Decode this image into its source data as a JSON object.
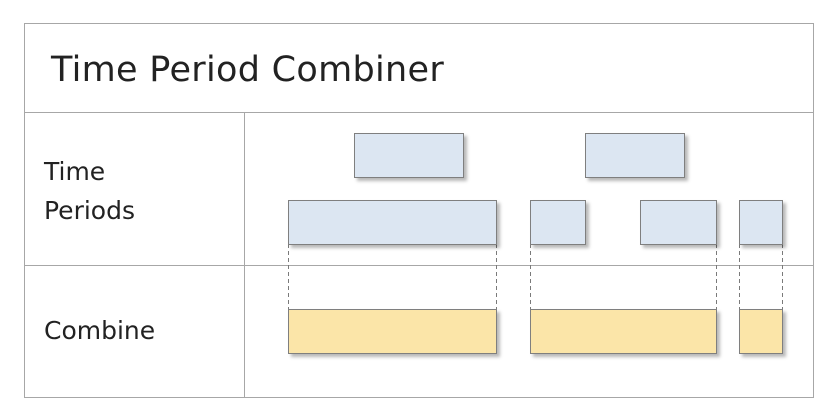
{
  "title": "Time Period Combiner",
  "rows": {
    "time_periods": {
      "label_line1": "Time",
      "label_line2": "Periods"
    },
    "combine": {
      "label": "Combine"
    }
  },
  "colors": {
    "period_fill": "#dce6f2",
    "combined_fill": "#fbe5a8",
    "bar_border": "#7f7f7f",
    "dashed_guide": "#7a7a7a",
    "frame_border": "#a7a7a7"
  }
}
